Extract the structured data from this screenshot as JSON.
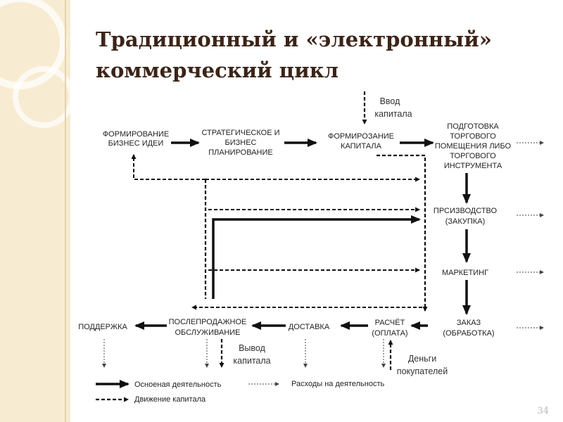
{
  "title": {
    "line1": "Традиционный и «электронный»",
    "line2": "коммерческий цикл"
  },
  "top_nodes": {
    "idea": [
      "ФОРМИРОВАНИЕ",
      "БИЗНЕС ИДЕИ"
    ],
    "strategy": [
      "СТРАТЕГИЧЕСКОЕ И",
      "БИЗНЕС",
      "ПЛАНИРОВАНИЕ"
    ],
    "capital": [
      "ФОРМИРОЗАНИЕ",
      "КАПИТАЛА"
    ],
    "prep": [
      "ПОДГОТОВКА",
      "ТОРГОВОГО",
      "ПОМЕЩЕНИЯ ЛИБО",
      "ТОРГОВОГО",
      "ИНСТРУМЕНТА"
    ]
  },
  "right_nodes": {
    "production": [
      "ПРСИЗВОДСТВО",
      "(ЗАКУПКА)"
    ],
    "marketing": "МАРКЕТИНГ",
    "order": [
      "ЗАКАЗ",
      "(ОБРАБОТКА)"
    ]
  },
  "bottom_nodes": {
    "payment": [
      "РАСЧЁТ",
      "(ОПЛАТА)"
    ],
    "delivery": "ДОСТАВКА",
    "after_sales": [
      "ПОСЛЕПРОДАЖНОЕ",
      "ОБСЛУЖИВАНИЕ"
    ],
    "support": "ПОДДЕРЖКА"
  },
  "annotations": {
    "capital_in": [
      "Ввод",
      "капитала"
    ],
    "capital_out": [
      "Вывод",
      "капитала"
    ],
    "customer_money": [
      "Деньги",
      "покупателей"
    ]
  },
  "legend": {
    "main": "Осноеная деятельность",
    "costs": "Расходы на деятельность",
    "capital": "Движение капитала"
  },
  "page_number": "34"
}
